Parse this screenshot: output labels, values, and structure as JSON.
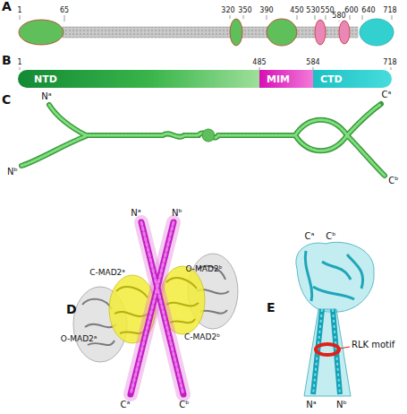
{
  "diagram": {
    "nodes": [
      {
        "text": [
          "NTD"
        ]
      },
      {
        "text": [
          "MIM"
        ]
      },
      {
        "text": [
          "CTD"
        ]
      }
    ],
    "labels": [
      "A",
      "1",
      "65",
      "320",
      "350",
      "390",
      "450",
      "530",
      "550",
      "580",
      "600",
      "640",
      "718",
      "B",
      "1",
      "485",
      "584",
      "718",
      "C",
      "Nᵃ",
      "Nᵇ",
      "Cᵃ",
      "Cᵇ",
      "D",
      "Nᵃ",
      "Nᵇ",
      "C-MAD2ᵃ",
      "O-MAD2ᵇ",
      "O-MAD2ᵃ",
      "C-MAD2ᵇ",
      "Cᵃ",
      "Cᵇ",
      "E",
      "Cᵃ",
      "Cᵇ",
      "RLK motif",
      "Nᵃ",
      "Nᵇ"
    ]
  }
}
